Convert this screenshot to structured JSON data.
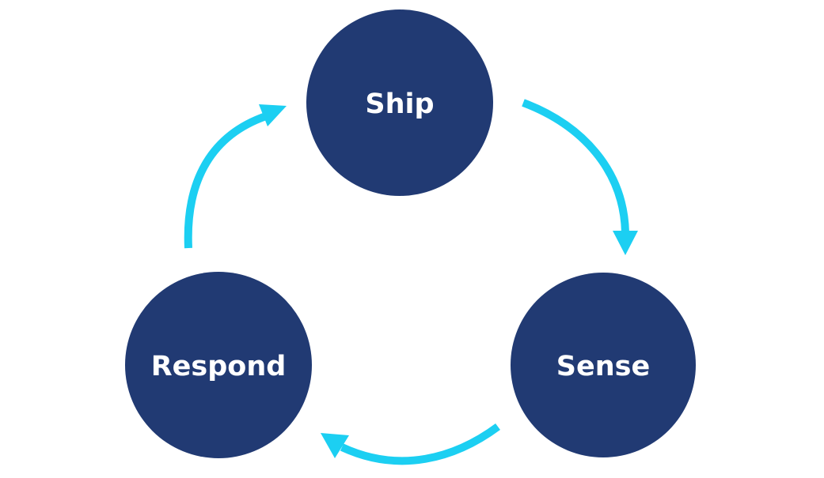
{
  "diagram": {
    "type": "cycle",
    "colors": {
      "node_fill": "#213a73",
      "node_text": "#ffffff",
      "arrow": "#1ccff2",
      "background": "#ffffff"
    },
    "nodes": [
      {
        "id": "ship",
        "label": "Ship"
      },
      {
        "id": "sense",
        "label": "Sense"
      },
      {
        "id": "respond",
        "label": "Respond"
      }
    ],
    "edges": [
      {
        "from": "ship",
        "to": "sense"
      },
      {
        "from": "sense",
        "to": "respond"
      },
      {
        "from": "respond",
        "to": "ship"
      }
    ]
  }
}
